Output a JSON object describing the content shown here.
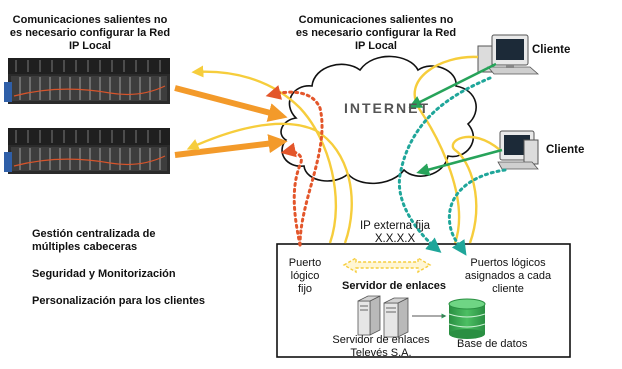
{
  "top_note_left": [
    "Comunicaciones salientes no",
    "es necesario configurar  la Red",
    "IP Local"
  ],
  "top_note_right": [
    "Comunicaciones salientes no",
    "es necesario configurar  la Red",
    "IP  Local"
  ],
  "cloud_label": "INTERNET",
  "client_labels": [
    "Cliente",
    "Cliente"
  ],
  "ip_label": [
    "IP externa fija",
    "X.X.X.X"
  ],
  "puerto_fijo": [
    "Puerto",
    "lógico",
    "fijo"
  ],
  "puertos_asignados": [
    "Puertos lógicos",
    "asignados a cada",
    "cliente"
  ],
  "servidor_title": "Servidor de enlaces",
  "servidor_televes": [
    "Servidor de enlaces",
    "Televés S.A."
  ],
  "base_datos": "Base de datos",
  "features": [
    "Gestión centralizada de",
    "múltiples cabeceras",
    "Seguridad y Monitorización",
    "Personalización para los clientes"
  ],
  "colors": {
    "orange_arrow": "#f39a2a",
    "yellow_line": "#f6cd3c",
    "red_dots": "#e3562b",
    "teal_dots": "#1fa69a",
    "green_arrow": "#27a35a",
    "db_green": "#2f9e4a"
  }
}
